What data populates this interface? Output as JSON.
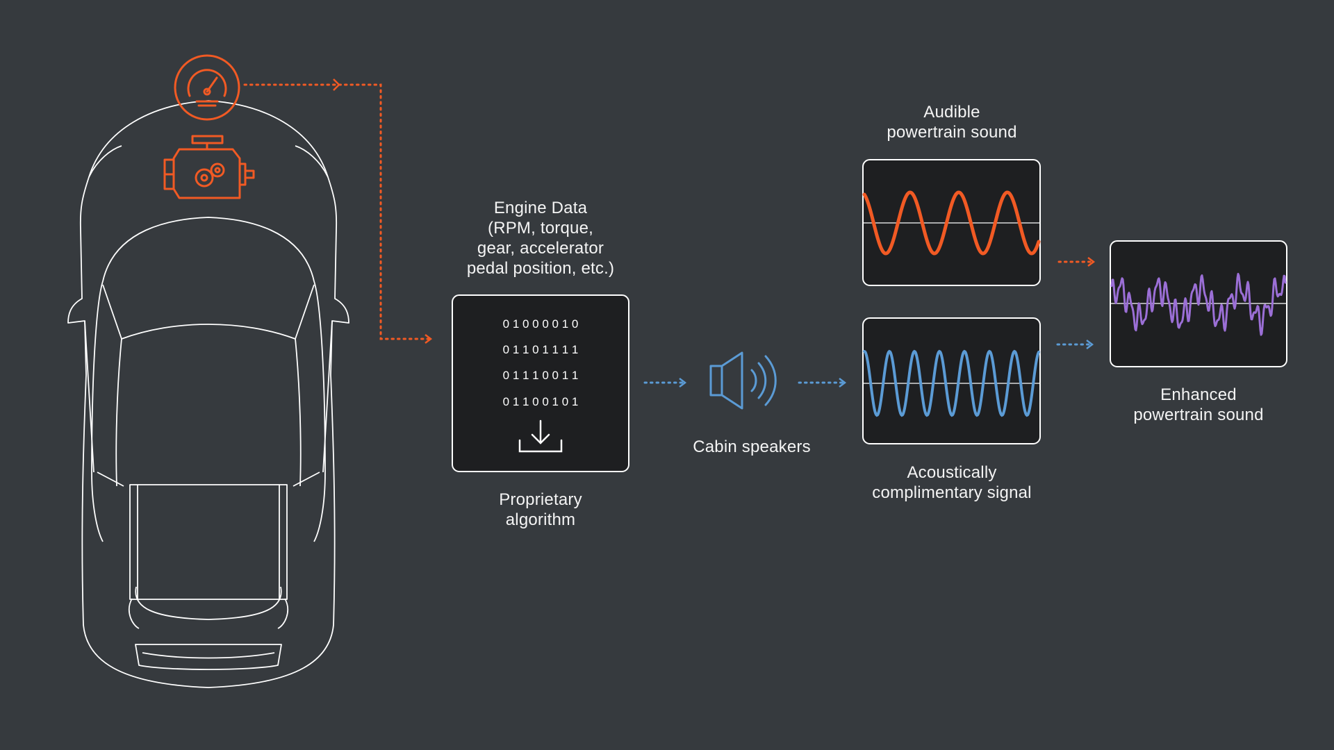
{
  "labels": {
    "engine_data": [
      "Engine Data",
      "(RPM, torque,",
      "gear, accelerator",
      "pedal position, etc.)"
    ],
    "algorithm": [
      "Proprietary",
      "algorithm"
    ],
    "speakers": "Cabin speakers",
    "audible": [
      "Audible",
      "powertrain sound"
    ],
    "complimentary": [
      "Acoustically",
      "complimentary signal"
    ],
    "enhanced": [
      "Enhanced",
      "powertrain sound"
    ]
  },
  "binary_rows": [
    "0 1 0 0 0 0 1 0",
    "0 1 1 0 1 1 1 1",
    "0 1 1 1 0 0 1 1",
    "0 1 1 0 0 1 0 1"
  ],
  "icons": {
    "gauge": "speedometer-icon",
    "engine": "engine-gears-icon",
    "download": "download-icon",
    "speaker": "speaker-icon"
  },
  "colors": {
    "background": "#363a3e",
    "orange": "#f15a24",
    "blue": "#5b9bd5",
    "purple": "#9b6fd6",
    "panel": "#1e1f21",
    "line": "#ffffff"
  }
}
